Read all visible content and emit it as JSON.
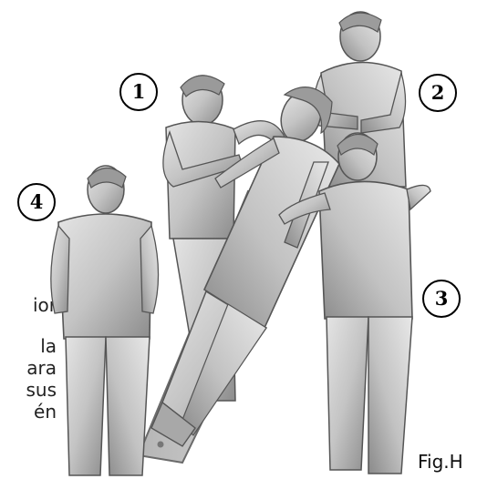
{
  "figure": {
    "caption": "Fig.H",
    "markers": [
      {
        "id": "1",
        "label": "1"
      },
      {
        "id": "2",
        "label": "2"
      },
      {
        "id": "3",
        "label": "3"
      },
      {
        "id": "4",
        "label": "4"
      }
    ],
    "colors": {
      "figure_fill": "#c9c9c9",
      "figure_shade": "#8e8e8e",
      "outline": "#555555",
      "badge_stroke": "#000000"
    }
  },
  "body_text": {
    "lines": [
      "ior",
      "la",
      "ara",
      "sus",
      "én"
    ]
  }
}
